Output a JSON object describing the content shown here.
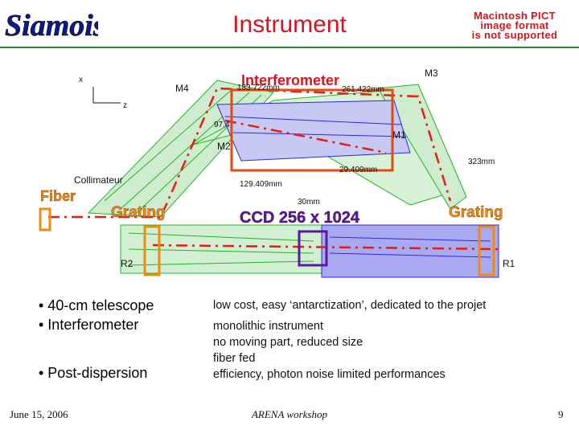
{
  "logo": {
    "text": "Siamois"
  },
  "header": {
    "title": "Instrument"
  },
  "pict_notice": {
    "line1": "Macintosh PICT",
    "line2": "image format",
    "line3": "is not supported"
  },
  "diagram": {
    "interferometer_label": "Interferometer",
    "fiber_label": "Fiber",
    "grating_left_label": "Grating",
    "grating_right_label": "Grating",
    "ccd_label": "CCD 256 x 1024",
    "labels": {
      "x": "x",
      "z": "z",
      "m4": "M4",
      "m3": "M3",
      "m2": "M2",
      "m1": "M1",
      "r1": "R1",
      "r2": "R2",
      "collimateur": "Collimateur",
      "d1": "183.722mm",
      "d2": "261.422mm",
      "d3": "97.4",
      "d4": "323mm",
      "d5": "29.409mm",
      "d6": "129.409mm",
      "d7": "30mm"
    },
    "colors": {
      "beam_green": "#22b522",
      "beam_blue": "#2a2ae0",
      "highlight_red": "#e24a10",
      "highlight_orange": "#f08a10",
      "highlight_purple": "#5a1aa0"
    }
  },
  "bullets": [
    "• 40-cm telescope",
    "• Interferometer",
    "• Post-dispersion"
  ],
  "details": [
    "low cost, easy ‘antarctization’, dedicated to the projet",
    "monolithic instrument",
    "no moving part, reduced size",
    "fiber fed",
    "efficiency, photon noise limited performances"
  ],
  "footer": {
    "date": "June 15, 2006",
    "event": "ARENA workshop",
    "page": "9"
  }
}
